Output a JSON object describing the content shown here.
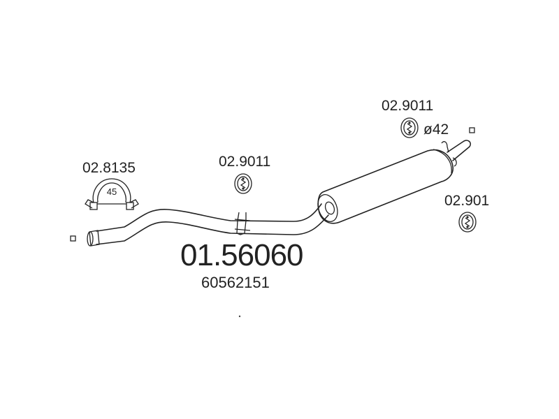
{
  "diagram": {
    "main_part_number": "01.56060",
    "oem_number": "60562151",
    "pipe_diameter": "ø42",
    "clamp": {
      "part_number": "02.8135",
      "size": "45"
    },
    "hangers": [
      {
        "part_number": "02.9011"
      },
      {
        "part_number": "02.9011"
      },
      {
        "part_number": "02.901"
      }
    ]
  }
}
